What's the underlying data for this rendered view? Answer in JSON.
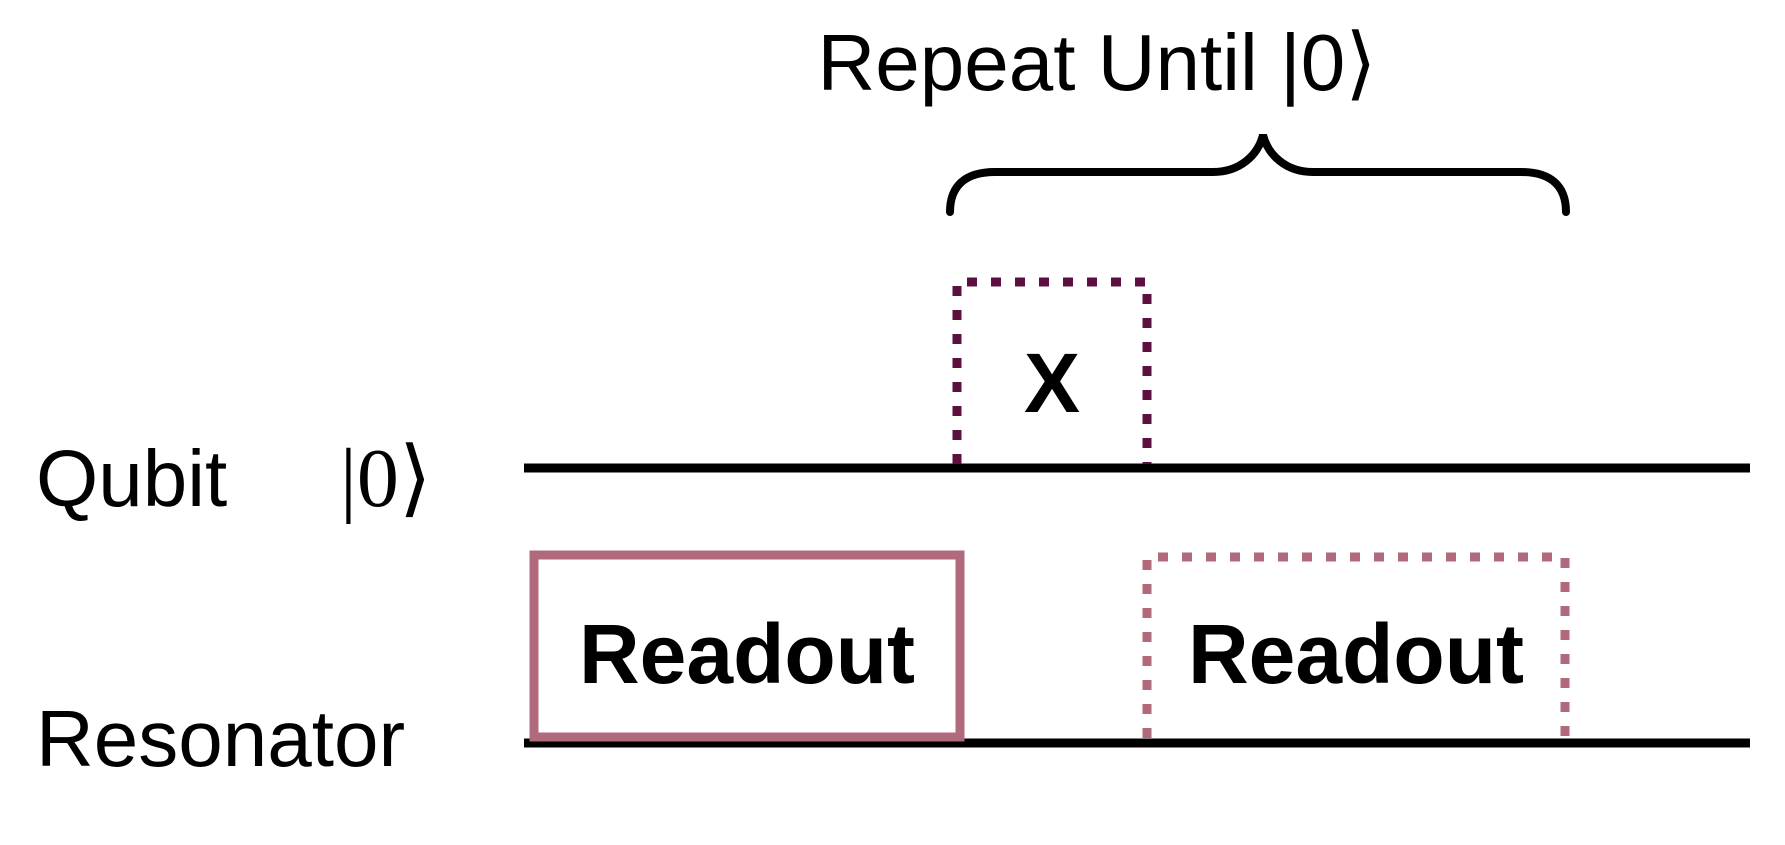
{
  "title": "Repeat Until |0⟩",
  "lines": {
    "qubit": {
      "label": "Qubit",
      "state": "|0⟩"
    },
    "resonator": {
      "label": "Resonator"
    }
  },
  "gates": {
    "x_gate": {
      "label": "X",
      "style": "dotted",
      "color": "#5c1040"
    },
    "readout_initial": {
      "label": "Readout",
      "style": "solid",
      "color": "#b06a7c"
    },
    "readout_repeat": {
      "label": "Readout",
      "style": "dotted",
      "color": "#b06a7c"
    }
  },
  "colors": {
    "wire": "#000000",
    "brace": "#000000"
  }
}
